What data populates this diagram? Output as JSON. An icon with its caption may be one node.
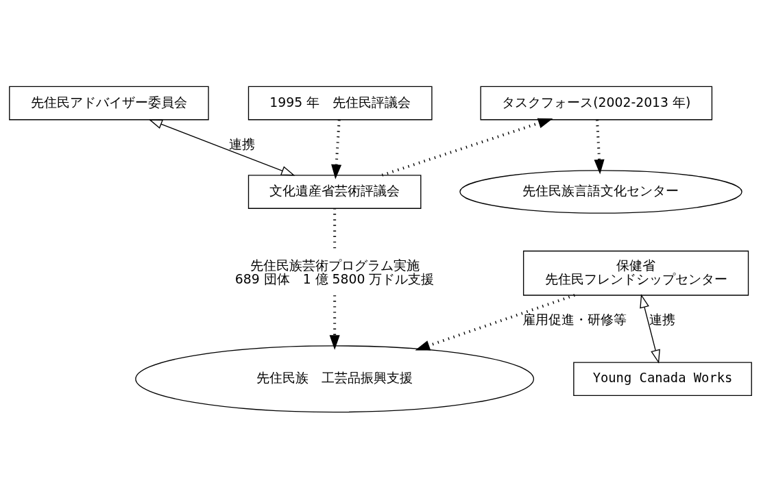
{
  "diagram": {
    "nodes": [
      {
        "text": [
          "先住民アドバイザー委員会"
        ]
      },
      {
        "text": [
          "タスクフォース(2002-2013 年)"
        ]
      },
      {
        "text": [
          "1995 年　先住民評議会"
        ]
      },
      {
        "text": [
          "先住民族言語文化センター"
        ]
      },
      {
        "text": [
          "文化遺産省芸術評議会"
        ]
      },
      {
        "text": [
          "先住民族芸術プログラム実施",
          "689 団体　1 億 5800 万ドル支援"
        ]
      },
      {
        "text": [
          "保健省",
          "先住民フレンドシップセンター"
        ]
      },
      {
        "text": [
          "Young Canada Works"
        ]
      },
      {
        "text": [
          "先住民族　工芸品振興支援"
        ]
      }
    ],
    "edges": [
      {
        "from": 0,
        "to": 4,
        "arrow": "both",
        "label": "連携"
      },
      {
        "from": 2,
        "to": 4,
        "arrow": "to",
        "style": "dashed"
      },
      {
        "from": 4,
        "to": 1,
        "arrow": "to",
        "style": "dashed"
      },
      {
        "from": 1,
        "to": 3,
        "arrow": "to",
        "style": "dashed"
      },
      {
        "from": 4,
        "to": 5,
        "arrow": "none",
        "style": "dashed"
      },
      {
        "from": 5,
        "to": 8,
        "arrow": "to",
        "style": "dashed"
      },
      {
        "from": 6,
        "to": 7,
        "arrow": "both",
        "label": "連携"
      },
      {
        "from": 6,
        "to": 8,
        "arrow": "to",
        "style": "dashed",
        "label": "雇用促進・研修等"
      }
    ]
  }
}
